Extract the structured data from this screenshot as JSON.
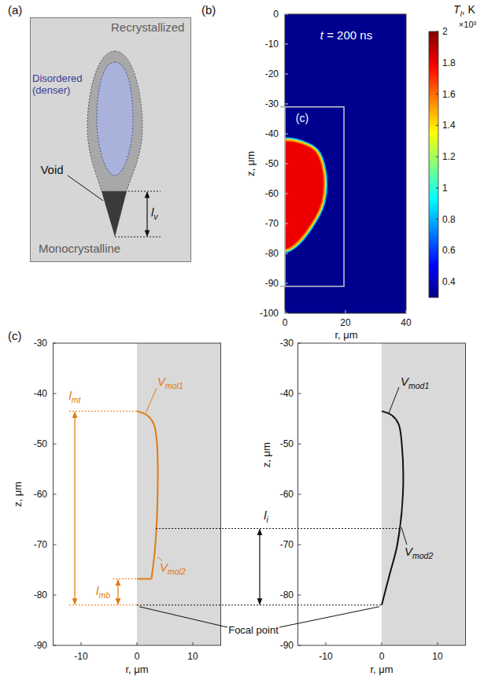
{
  "diagram": {
    "nodes": [
      {
        "text": [
          "Monocrystalline"
        ]
      },
      {
        "text": [
          "Recrystallized"
        ],
        "in": 0
      },
      {
        "text": [
          "Disordered (denser)"
        ],
        "in": 1
      }
    ],
    "labels": [
      "(a)",
      "Void",
      "lv",
      "(b)",
      "t = 200 ns",
      "Tl, K",
      "×10³",
      "2",
      "1.8",
      "1.6",
      "1.4",
      "1.2",
      "1",
      "0.8",
      "0.6",
      "0.4",
      "(c)",
      "0",
      "-10",
      "-20",
      "-30",
      "-40",
      "-50",
      "-60",
      "-70",
      "-80",
      "-90",
      "-100",
      "0",
      "20",
      "40",
      "z, μm",
      "r, μm",
      "(c)",
      "lmt",
      "lmb",
      "Vmol1",
      "Vmol2",
      "-30",
      "-40",
      "-50",
      "-60",
      "-70",
      "-80",
      "-90",
      "-10",
      "0",
      "10",
      "z, μm",
      "r, μm",
      "li",
      "Vmod1",
      "Vmod2",
      "-30",
      "-40",
      "-50",
      "-60",
      "-70",
      "-80",
      "-90",
      "-10",
      "0",
      "10",
      "z, μm",
      "r, μm",
      "Focal point"
    ]
  }
}
